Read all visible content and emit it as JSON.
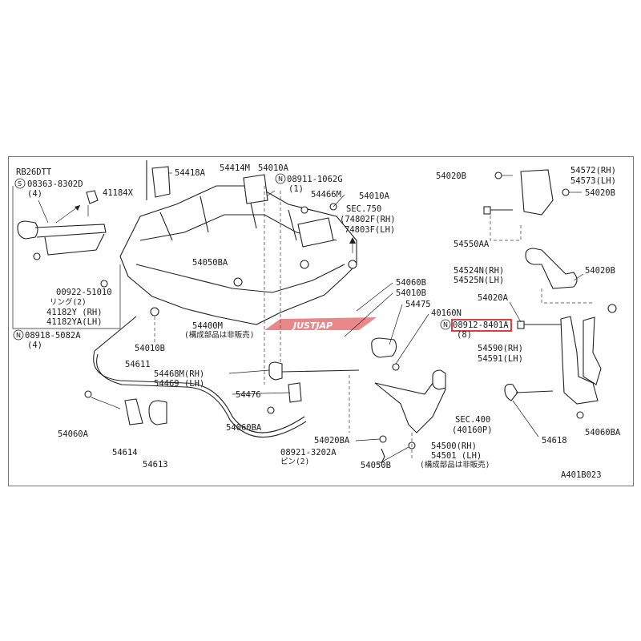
{
  "engine_label": "RB26DTT",
  "figure_code": "A401B023",
  "watermark_text": "JUSTJAP",
  "highlight_color": "#d8282b",
  "callouts": {
    "c_08363": "08363-8302D",
    "c_08363_qty": "(4)",
    "c_41184x": "41184X",
    "c_00922": "00922-51010",
    "c_ring": "リング(2)",
    "c_41182y": "41182Y (RH)",
    "c_41182ya": "41182YA(LH)",
    "c_08918": "08918-5082A",
    "c_08918_qty": "(4)",
    "c_54418a": "54418A",
    "c_54414m": "54414M",
    "c_54010a_1": "54010A",
    "c_08911": "08911-1062G",
    "c_08911_qty": "(1)",
    "c_54466m": "54466M",
    "c_54010a_2": "54010A",
    "c_sec750": "SEC.750",
    "c_74802f": "(74802F(RH)",
    "c_74803f": "74803F(LH)",
    "c_54050ba_1": "54050BA",
    "c_54060b": "54060B",
    "c_54010b_1": "54010B",
    "c_54475": "54475",
    "c_40160n": "40160N",
    "c_54400m": "54400M",
    "c_54400m_note": "(構成部品は非販売)",
    "c_54010b_2": "54010B",
    "c_54611": "54611",
    "c_54468m": "54468M(RH)",
    "c_54469": "54469 (LH)",
    "c_54476": "54476",
    "c_54060ba_1": "54060BA",
    "c_54060a": "54060A",
    "c_54614": "54614",
    "c_54613": "54613",
    "c_08921": "08921-3202A",
    "c_pin": "ピン(2)",
    "c_54020ba": "54020BA",
    "c_54050b": "54050B",
    "c_sec400": "SEC.400",
    "c_40160p": "(40160P)",
    "c_54500": "54500(RH)",
    "c_54501": "54501 (LH)",
    "c_54500_note": "(構成部品は非販売)",
    "c_54020b_1": "54020B",
    "c_54572": "54572(RH)",
    "c_54573": "54573(LH)",
    "c_54020b_2": "54020B",
    "c_54550aa": "54550AA",
    "c_54524n": "54524N(RH)",
    "c_54525n": "54525N(LH)",
    "c_54020b_3": "54020B",
    "c_54020a": "54020A",
    "c_08912": "08912-8401A",
    "c_08912_qty": "(8)",
    "c_54590": "54590(RH)",
    "c_54591": "54591(LH)",
    "c_54618": "54618",
    "c_54060ba_2": "54060BA"
  },
  "markers": {
    "s_mark": "S",
    "n_mark": "N"
  }
}
